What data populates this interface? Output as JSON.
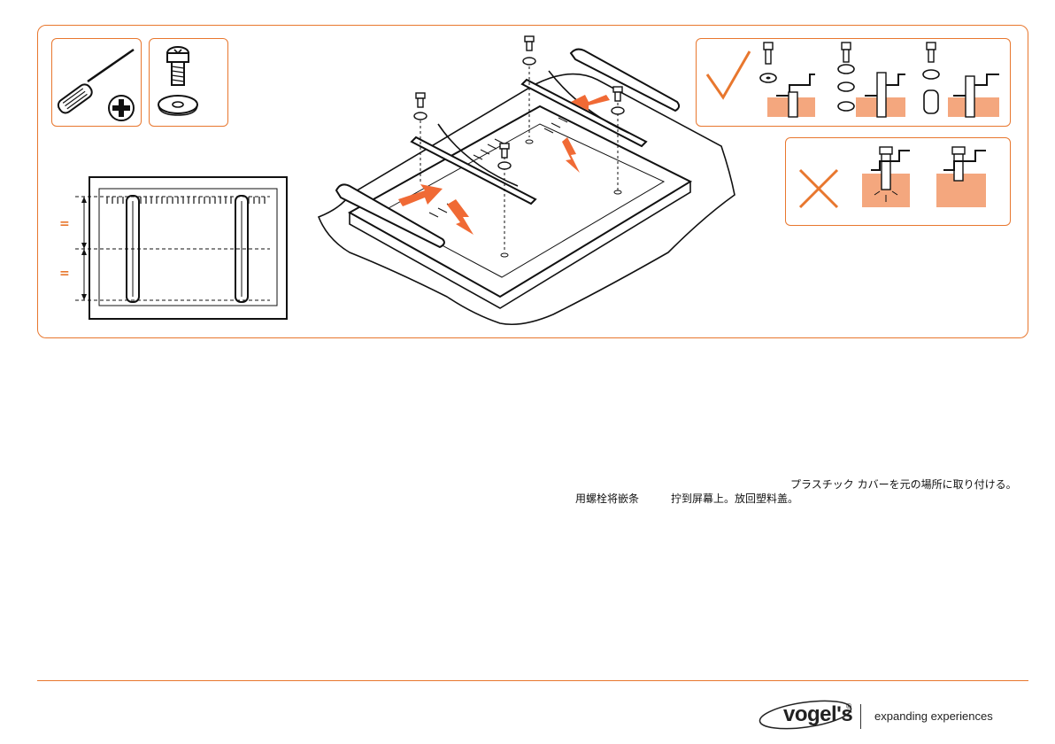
{
  "captions": {
    "japanese": "プラスチック カバーを元の場所に取り付ける。",
    "chinese_part1": "用螺栓将嵌条",
    "chinese_part2": "拧到屏幕上。放回塑料盖。"
  },
  "dimension_marks": {
    "equal_top": "=",
    "equal_bottom": "="
  },
  "footer": {
    "brand": "vogel's",
    "registered": "®",
    "tagline": "expanding experiences"
  },
  "colors": {
    "accent": "#e8772e",
    "arrow": "#f06a35",
    "wall": "#f4a77e"
  },
  "icons": {
    "tool": "phillips-screwdriver-icon",
    "hardware": "bolt-and-washer-icon",
    "correct": "checkmark-icon",
    "incorrect": "cross-icon"
  }
}
